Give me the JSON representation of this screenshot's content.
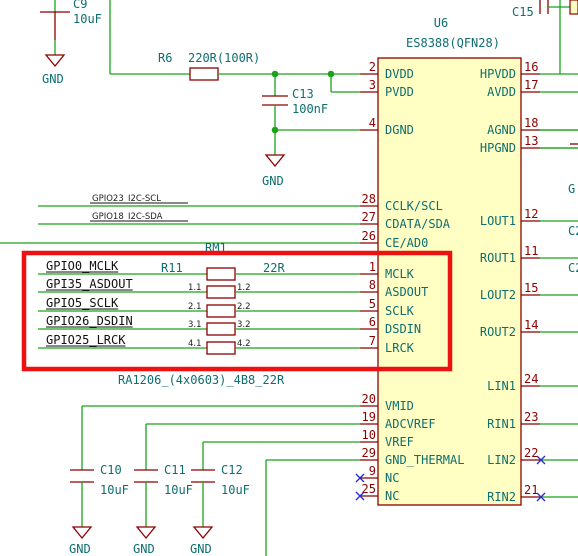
{
  "u6": {
    "ref": "U6",
    "value": "ES8388(QFN28)",
    "left_pins": [
      {
        "num": "2",
        "name": "DVDD"
      },
      {
        "num": "3",
        "name": "PVDD"
      },
      {
        "num": "4",
        "name": "DGND"
      },
      {
        "num": "28",
        "name": "CCLK/SCL"
      },
      {
        "num": "27",
        "name": "CDATA/SDA"
      },
      {
        "num": "26",
        "name": "CE/AD0"
      },
      {
        "num": "1",
        "name": "MCLK"
      },
      {
        "num": "8",
        "name": "ASDOUT"
      },
      {
        "num": "5",
        "name": "SCLK"
      },
      {
        "num": "6",
        "name": "DSDIN"
      },
      {
        "num": "7",
        "name": "LRCK"
      },
      {
        "num": "20",
        "name": "VMID"
      },
      {
        "num": "19",
        "name": "ADCVREF"
      },
      {
        "num": "10",
        "name": "VREF"
      },
      {
        "num": "29",
        "name": "GND_THERMAL"
      },
      {
        "num": "9",
        "name": "NC"
      },
      {
        "num": "25",
        "name": "NC"
      }
    ],
    "right_pins": [
      {
        "num": "16",
        "name": "HPVDD"
      },
      {
        "num": "17",
        "name": "AVDD"
      },
      {
        "num": "18",
        "name": "AGND"
      },
      {
        "num": "13",
        "name": "HPGND"
      },
      {
        "num": "12",
        "name": "LOUT1"
      },
      {
        "num": "11",
        "name": "ROUT1"
      },
      {
        "num": "15",
        "name": "LOUT2"
      },
      {
        "num": "14",
        "name": "ROUT2"
      },
      {
        "num": "24",
        "name": "LIN1"
      },
      {
        "num": "23",
        "name": "RIN1"
      },
      {
        "num": "22",
        "name": "LIN2"
      },
      {
        "num": "21",
        "name": "RIN2"
      }
    ]
  },
  "r6": {
    "ref": "R6",
    "value": "220R(100R)"
  },
  "c13": {
    "ref": "C13",
    "value": "100nF"
  },
  "c9": {
    "ref": "C9",
    "value": "10uF"
  },
  "c15": {
    "ref": "C15"
  },
  "c10": {
    "ref": "C10",
    "value": "10uF"
  },
  "c11": {
    "ref": "C11",
    "value": "10uF"
  },
  "c12": {
    "ref": "C12",
    "value": "10uF"
  },
  "gnd_label": "GND",
  "nets": {
    "scl": "GPIO23_I2C-SCL",
    "sda": "GPIO18_I2C-SDA",
    "mclk": "GPIO0_MCLK",
    "asdout": "GPI35_ASDOUT",
    "sclk": "GPIO5_SCLK",
    "dsdin": "GPIO26_DSDIN",
    "lrck": "GPIO25_LRCK"
  },
  "rm1": {
    "ref": "RM1",
    "sub_ref": "R11",
    "value": "22R",
    "footprint": "RA1206_(4x0603)_4B8_22R",
    "pins": [
      "1.1",
      "1.2",
      "2.1",
      "2.2",
      "3.1",
      "3.2",
      "4.1",
      "4.2"
    ]
  },
  "right_partial": [
    "G",
    "C2",
    "C2"
  ]
}
